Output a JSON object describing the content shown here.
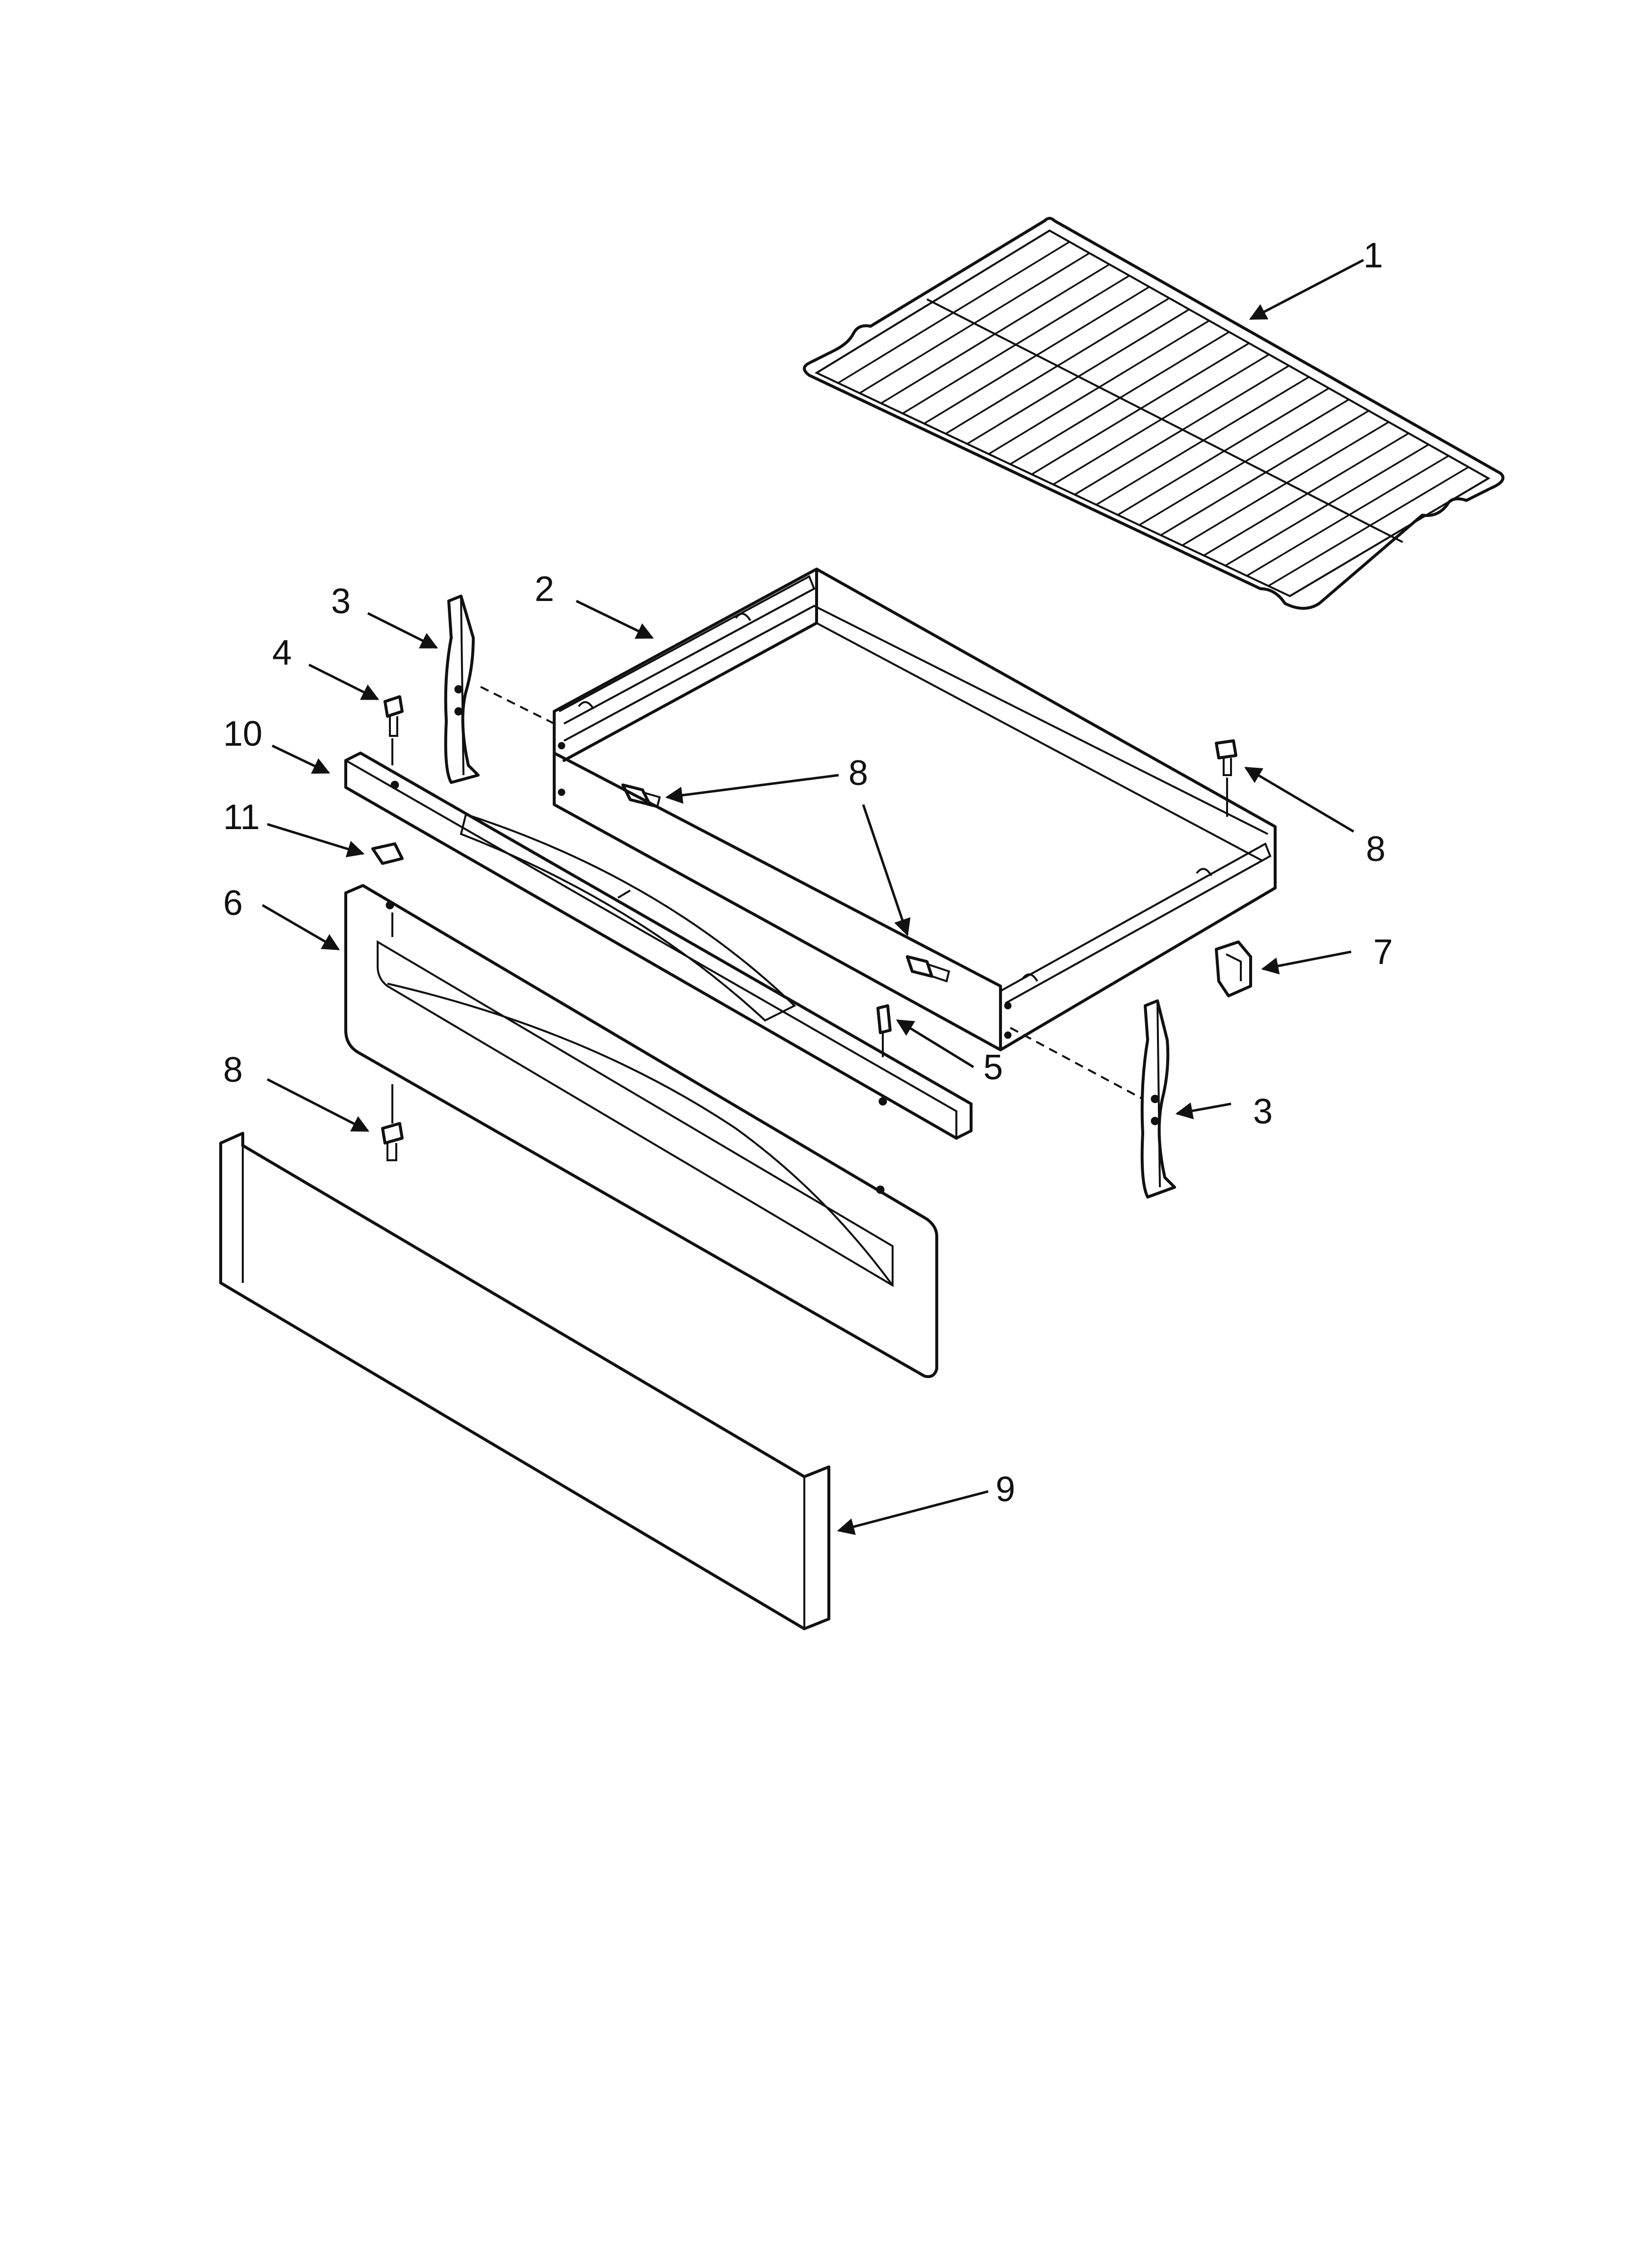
{
  "callouts": [
    {
      "id": "c1",
      "label": "1"
    },
    {
      "id": "c2",
      "label": "2"
    },
    {
      "id": "c3a",
      "label": "3"
    },
    {
      "id": "c3b",
      "label": "3"
    },
    {
      "id": "c4",
      "label": "4"
    },
    {
      "id": "c5",
      "label": "5"
    },
    {
      "id": "c6",
      "label": "6"
    },
    {
      "id": "c7",
      "label": "7"
    },
    {
      "id": "c8a",
      "label": "8"
    },
    {
      "id": "c8b",
      "label": "8"
    },
    {
      "id": "c8c",
      "label": "8"
    },
    {
      "id": "c9",
      "label": "9"
    },
    {
      "id": "c10",
      "label": "10"
    },
    {
      "id": "c11",
      "label": "11"
    }
  ]
}
